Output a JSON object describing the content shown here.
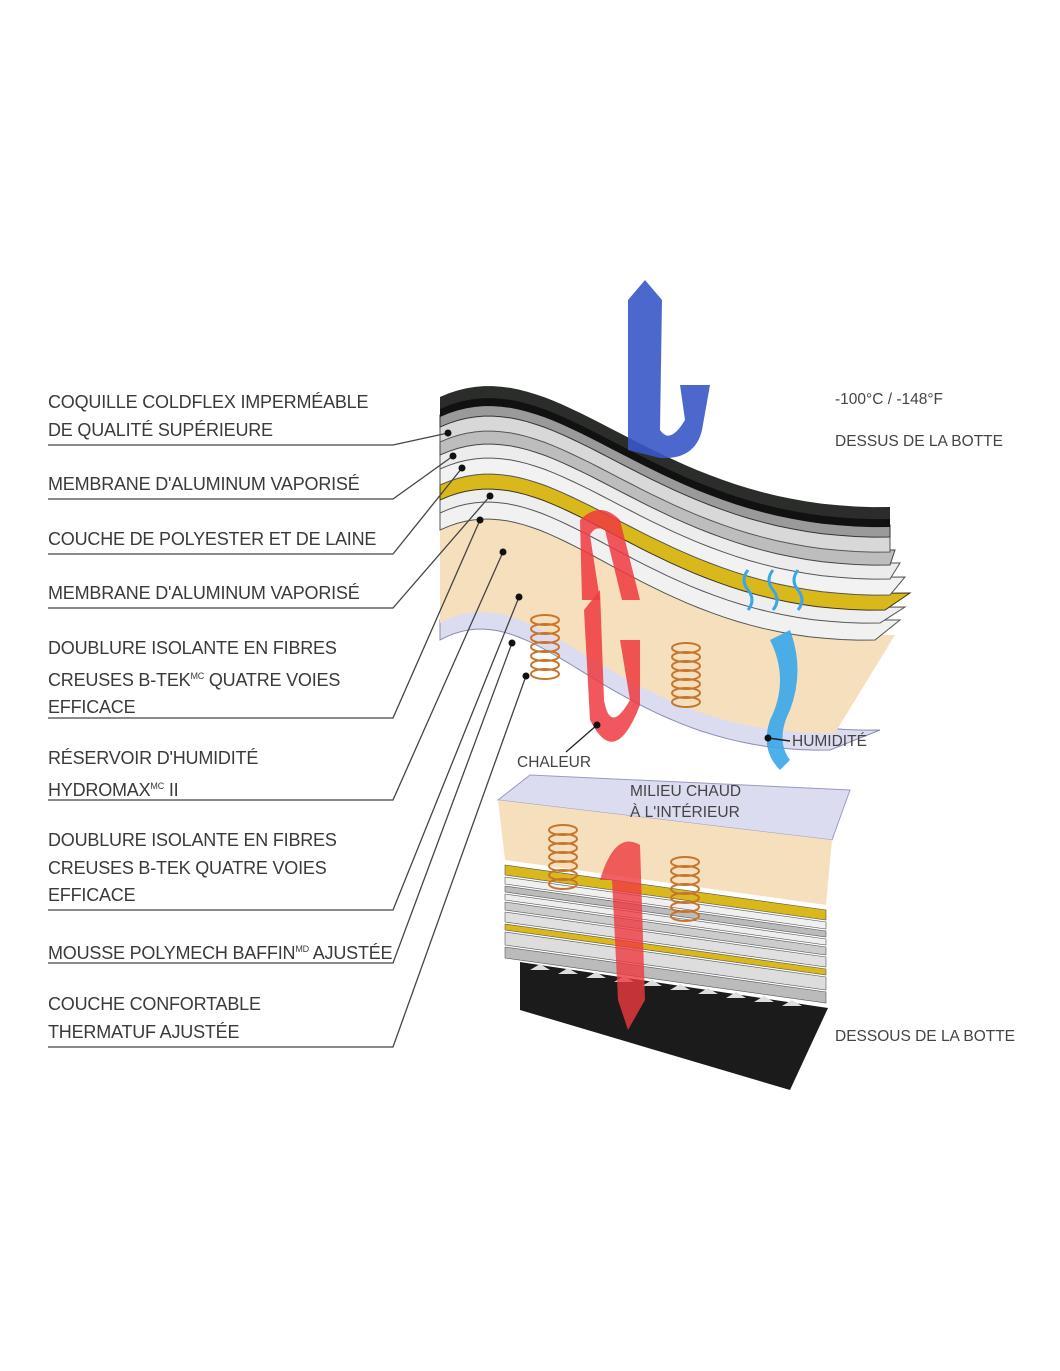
{
  "labels": [
    {
      "lines": [
        "COQUILLE COLDFLEX IMPERMÉABLE",
        "DE QUALITÉ SUPÉRIEURE"
      ]
    },
    {
      "lines": [
        "MEMBRANE D'ALUMINUM VAPORISÉ"
      ]
    },
    {
      "lines": [
        "COUCHE DE POLYESTER ET DE LAINE"
      ]
    },
    {
      "lines": [
        "MEMBRANE D'ALUMINUM VAPORISÉ"
      ]
    },
    {
      "lines": [
        "DOUBLURE ISOLANTE EN FIBRES",
        "CREUSES B-TEK",
        "MC",
        " QUATRE VOIES",
        "EFFICACE"
      ]
    },
    {
      "lines": [
        "RÉSERVOIR D'HUMIDITÉ",
        "HYDROMAX",
        "MC",
        " II"
      ]
    },
    {
      "lines": [
        "DOUBLURE ISOLANTE EN FIBRES",
        "CREUSES B-TEK QUATRE VOIES",
        "EFFICACE"
      ]
    },
    {
      "lines": [
        "MOUSSE POLYMECH BAFFIN",
        "MD",
        " AJUSTÉE"
      ]
    },
    {
      "lines": [
        "COUCHE CONFORTABLE",
        "THERMATUF AJUSTÉE"
      ]
    }
  ],
  "annotations": {
    "temperature": "-100°C / -148°F",
    "top": "DESSUS DE LA BOTTE",
    "bottom": "DESSOUS DE LA BOTTE",
    "humidity": "HUMIDITÉ",
    "heat": "CHALEUR",
    "warm_1": "MILIEU CHAUD",
    "warm_2": "À L'INTÉRIEUR"
  },
  "colors": {
    "shell": "#2b2d2a",
    "aluminum": "#9a9a9a",
    "yellow": "#d9b81c",
    "insulation": "#f6dfbd",
    "lavender": "#dcdcf0",
    "heat": "#ee3a3f",
    "cold": "#3a58c8",
    "moisture": "#3aa6ea",
    "text": "#3a3a3a"
  }
}
